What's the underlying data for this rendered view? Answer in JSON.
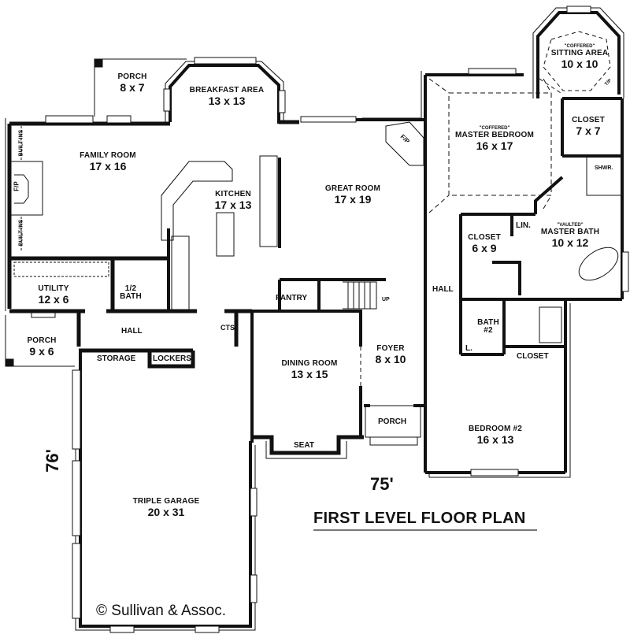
{
  "title": "FIRST LEVEL FLOOR PLAN",
  "copyright": "© Sullivan & Assoc.",
  "dimensions": {
    "width": "75'",
    "depth": "76'"
  },
  "rooms": {
    "porch_rear": {
      "name": "PORCH",
      "size": "8 x 7"
    },
    "breakfast": {
      "name": "BREAKFAST AREA",
      "size": "13 x 13"
    },
    "family": {
      "name": "FAMILY ROOM",
      "size": "17 x 16"
    },
    "kitchen": {
      "name": "KITCHEN",
      "size": "17 x 13"
    },
    "great": {
      "name": "GREAT ROOM",
      "size": "17 x 19"
    },
    "sitting": {
      "note": "\"COFFERED\"",
      "name": "SITTING AREA",
      "size": "10 x 10"
    },
    "master_bed": {
      "note": "\"COFFERED\"",
      "name": "MASTER BEDROOM",
      "size": "16 x 17"
    },
    "closet_master": {
      "name": "CLOSET",
      "size": "7 x 7"
    },
    "master_bath": {
      "note": "\"VAULTED\"",
      "name": "MASTER BATH",
      "size": "10 x 12"
    },
    "closet_6x9": {
      "name": "CLOSET",
      "size": "6 x 9"
    },
    "utility": {
      "name": "UTILITY",
      "size": "12 x 6"
    },
    "half_bath": {
      "name": "1/2",
      "size": "BATH"
    },
    "porch_side": {
      "name": "PORCH",
      "size": "9 x 6"
    },
    "dining": {
      "name": "DINING ROOM",
      "size": "13 x 15"
    },
    "foyer": {
      "name": "FOYER",
      "size": "8 x 10"
    },
    "bedroom2": {
      "name": "BEDROOM #2",
      "size": "16 x 13"
    },
    "bath2": {
      "name": "BATH",
      "size": "#2"
    },
    "garage": {
      "name": "TRIPLE GARAGE",
      "size": "20 x 31"
    }
  },
  "small_labels": {
    "hall_left": "HALL",
    "hall_right": "HALL",
    "storage": "STORAGE",
    "lockers": "LOCKERS",
    "cts": "CTS.",
    "pantry": "PANTRY",
    "up": "UP",
    "porch_front": "PORCH",
    "seat": "SEAT",
    "closet_bed2": "CLOSET",
    "lin": "LIN.",
    "linen_l": "L.",
    "shower": "SHWR.",
    "fp_family": "F/P",
    "fp_great": "F/P",
    "builtins_top": "BUILT-INS",
    "builtins_bottom": "BUILT-INS",
    "tp": "T/P"
  }
}
